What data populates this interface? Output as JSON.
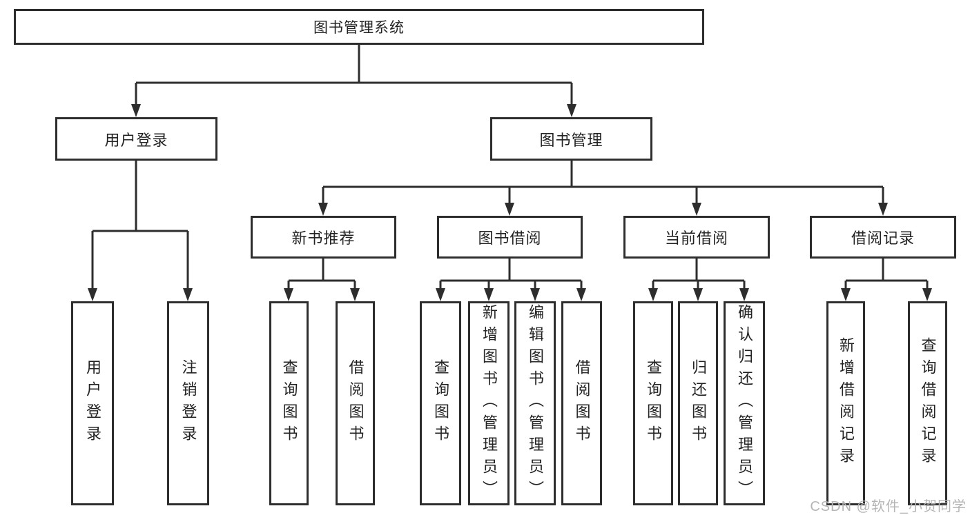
{
  "diagram": {
    "type": "tree",
    "tree": {
      "label": "图书管理系统",
      "children": [
        {
          "label": "用户登录",
          "children": [
            {
              "label": "用户登录"
            },
            {
              "label": "注销登录"
            }
          ]
        },
        {
          "label": "图书管理",
          "children": [
            {
              "label": "新书推荐",
              "children": [
                {
                  "label": "查询图书"
                },
                {
                  "label": "借阅图书"
                }
              ]
            },
            {
              "label": "图书借阅",
              "children": [
                {
                  "label": "查询图书"
                },
                {
                  "label": "新增图书（管理员）"
                },
                {
                  "label": "编辑图书（管理员）"
                },
                {
                  "label": "借阅图书"
                }
              ]
            },
            {
              "label": "当前借阅",
              "children": [
                {
                  "label": "查询图书"
                },
                {
                  "label": "归还图书"
                },
                {
                  "label": "确认归还（管理员）"
                }
              ]
            },
            {
              "label": "借阅记录",
              "children": [
                {
                  "label": "新增借阅记录"
                },
                {
                  "label": "查询借阅记录"
                }
              ]
            }
          ]
        }
      ]
    }
  },
  "watermark": "CSDN @软件_小贺同学",
  "colors": {
    "line": "#2d2d2d",
    "box_border": "#2d2d2d",
    "text": "#232323",
    "background": "#ffffff",
    "watermark": "#b5b5b5"
  }
}
